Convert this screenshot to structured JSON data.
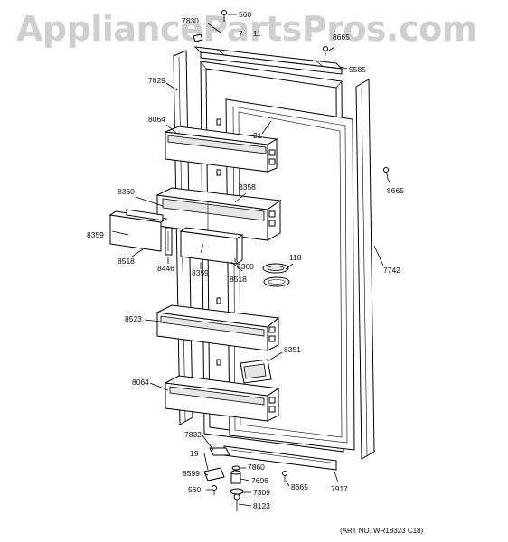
{
  "watermark": "AppliancePartsPros.com",
  "art_number": "(ART NO. WR18323 C18)",
  "callouts": [
    {
      "id": "c-560-top",
      "text": "560"
    },
    {
      "id": "c-7830",
      "text": "7830"
    },
    {
      "id": "c-7",
      "text": "7"
    },
    {
      "id": "c-11",
      "text": "11"
    },
    {
      "id": "c-8665-top",
      "text": "8665"
    },
    {
      "id": "c-5585",
      "text": "5585"
    },
    {
      "id": "c-7629",
      "text": "7629"
    },
    {
      "id": "c-8064-top",
      "text": "8064"
    },
    {
      "id": "c-21",
      "text": "21"
    },
    {
      "id": "c-8665-right",
      "text": "8665"
    },
    {
      "id": "c-8360-left",
      "text": "8360"
    },
    {
      "id": "c-8358",
      "text": "8358"
    },
    {
      "id": "c-8359-left",
      "text": "8359"
    },
    {
      "id": "c-8518-left",
      "text": "8518"
    },
    {
      "id": "c-8446",
      "text": "8446"
    },
    {
      "id": "c-8359-mid",
      "text": "8359"
    },
    {
      "id": "c-8360-mid",
      "text": "8360"
    },
    {
      "id": "c-8518-mid",
      "text": "8518"
    },
    {
      "id": "c-118",
      "text": "118"
    },
    {
      "id": "c-7742",
      "text": "7742"
    },
    {
      "id": "c-8523",
      "text": "8523"
    },
    {
      "id": "c-8351",
      "text": "8351"
    },
    {
      "id": "c-8064-bottom",
      "text": "8064"
    },
    {
      "id": "c-7832",
      "text": "7832"
    },
    {
      "id": "c-19",
      "text": "19"
    },
    {
      "id": "c-7860",
      "text": "7860"
    },
    {
      "id": "c-8599",
      "text": "8599"
    },
    {
      "id": "c-7696",
      "text": "7696"
    },
    {
      "id": "c-8665-bottom",
      "text": "8665"
    },
    {
      "id": "c-7917",
      "text": "7917"
    },
    {
      "id": "c-560-bottom",
      "text": "560"
    },
    {
      "id": "c-7309",
      "text": "7309"
    },
    {
      "id": "c-8123",
      "text": "8123"
    }
  ]
}
